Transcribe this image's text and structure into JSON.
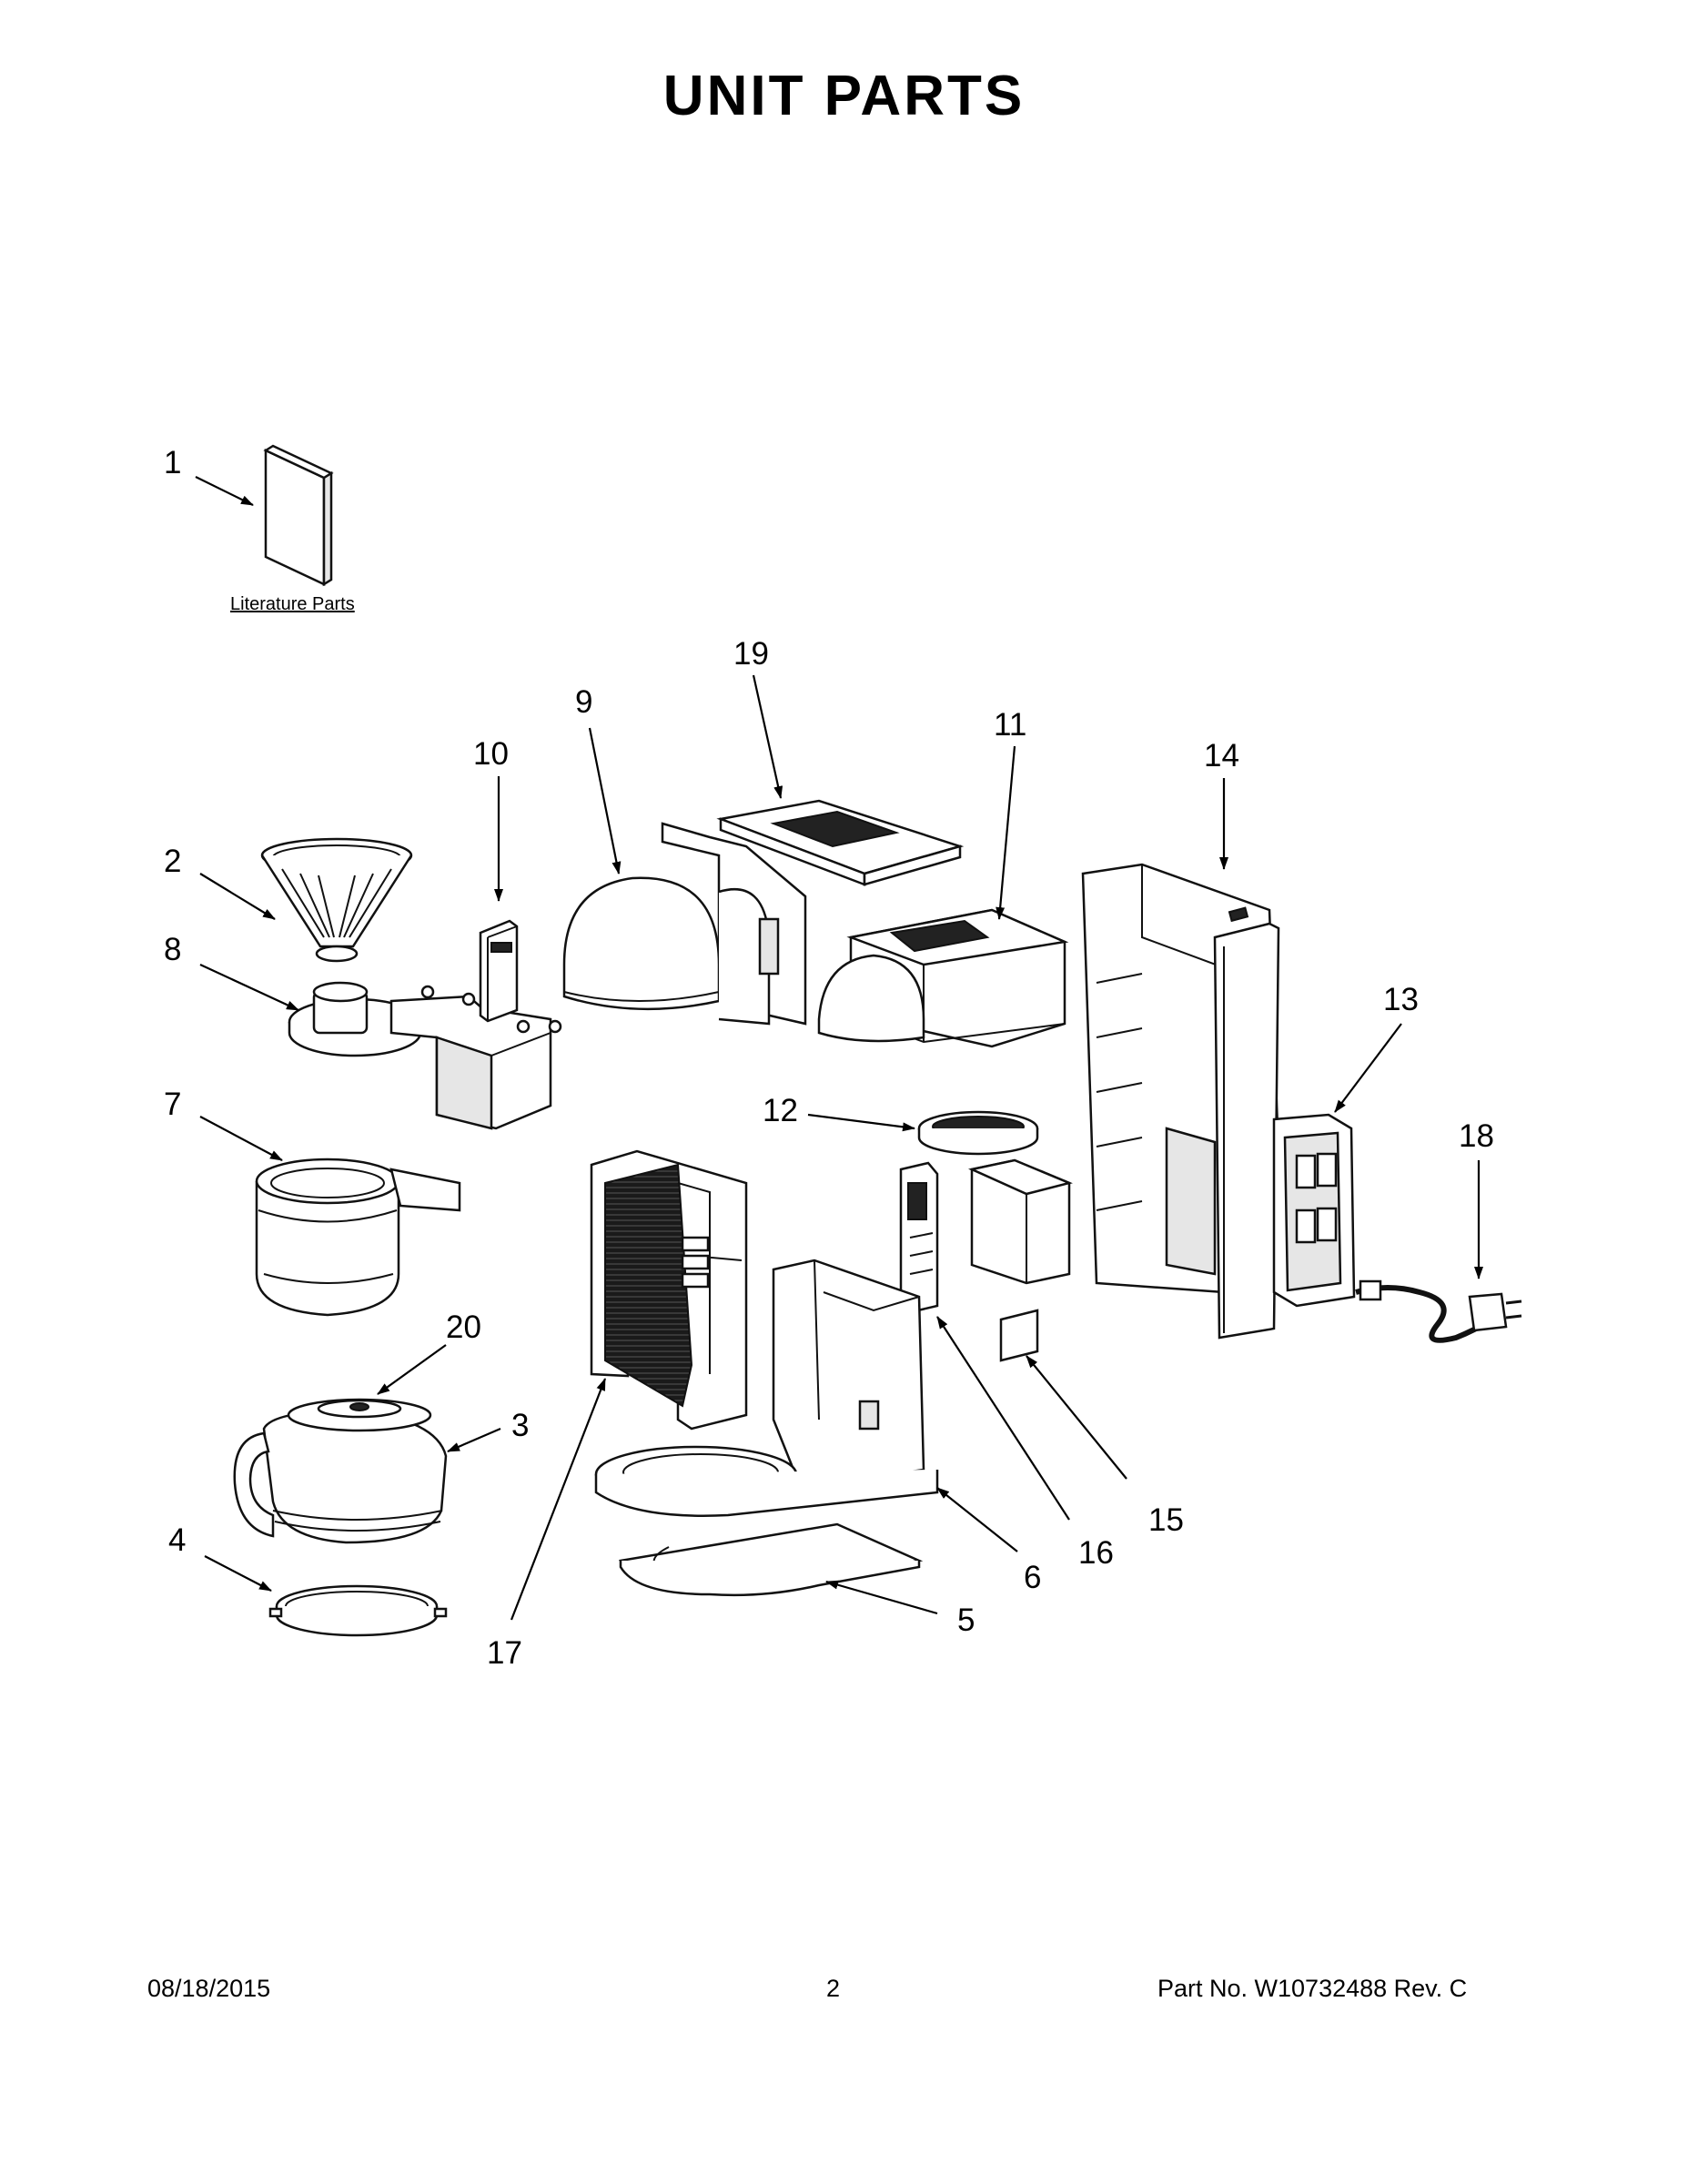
{
  "page": {
    "title": "UNIT  PARTS",
    "footer_date": "08/18/2015",
    "footer_page": "2",
    "footer_part": "Part No.  W10732488   Rev.  C"
  },
  "diagram": {
    "literature_label": "Literature Parts",
    "callouts": [
      "1",
      "2",
      "3",
      "4",
      "5",
      "6",
      "7",
      "8",
      "9",
      "10",
      "11",
      "12",
      "13",
      "14",
      "15",
      "16",
      "17",
      "18",
      "19",
      "20"
    ]
  }
}
